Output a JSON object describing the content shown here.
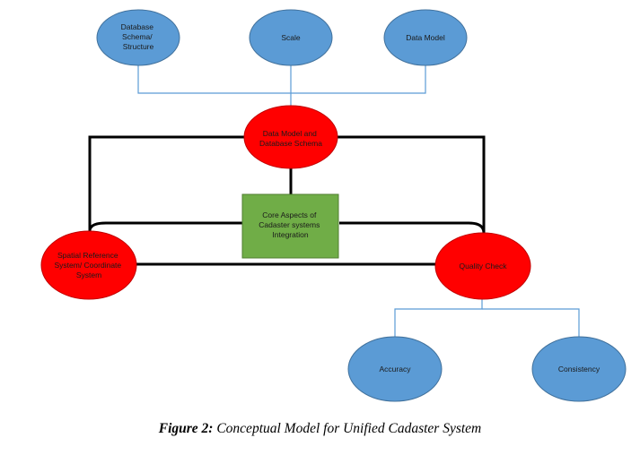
{
  "colors": {
    "blue_node": "#5b9bd5",
    "blue_stroke": "#41719c",
    "blue_line": "#5b9bd5",
    "red_node": "#ff0000",
    "red_stroke": "#c00000",
    "green_node": "#70ad47",
    "green_stroke": "#507e32",
    "black_line": "#000000"
  },
  "nodes": {
    "database_schema": [
      "Database",
      "Schema/",
      "Structure"
    ],
    "scale": [
      "Scale"
    ],
    "data_model": [
      "Data Model"
    ],
    "data_model_db_schema": [
      "Data Model and",
      "Database Schema"
    ],
    "core_aspects": [
      "Core Aspects of",
      "Cadaster systems",
      "Integration"
    ],
    "spatial_reference": [
      "Spatial Reference",
      "System/ Coordinate",
      "System"
    ],
    "quality_check": [
      "Quality Check"
    ],
    "accuracy": [
      "Accuracy"
    ],
    "consistency": [
      "Consistency"
    ]
  },
  "caption": {
    "label": "Figure 2:",
    "text": " Conceptual Model for Unified Cadaster System"
  }
}
